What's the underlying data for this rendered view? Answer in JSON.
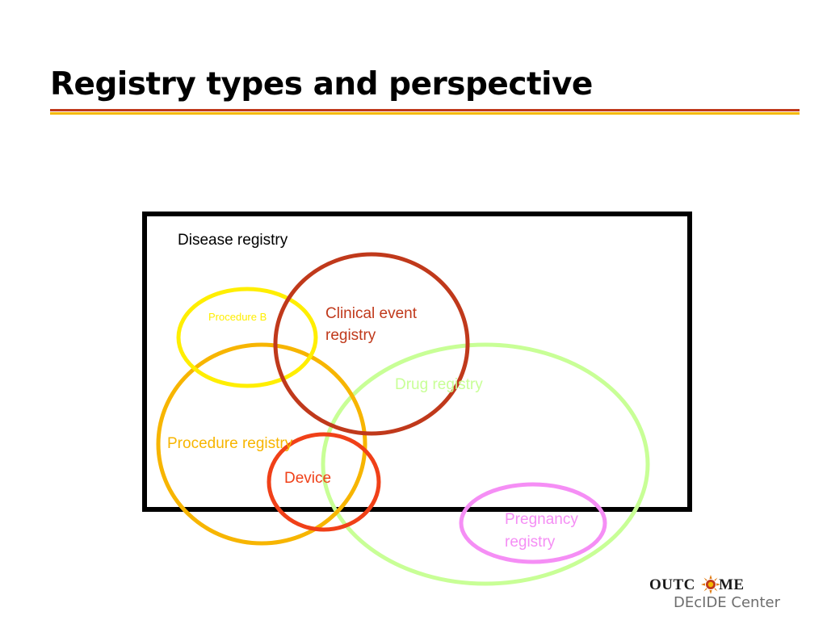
{
  "slide": {
    "title": "Registry types and perspective"
  },
  "colors": {
    "rule_top": "#c0391b",
    "rule_bottom": "#f5b800",
    "disease_box": "#000000",
    "clinical_event": "#c0391b",
    "procedure_b": "#ffee00",
    "procedure": "#f7b500",
    "drug": "#c8ff96",
    "device": "#f04018",
    "pregnancy": "#f58ef5",
    "logo_text": "#1a1a1a",
    "logo_sub": "#6e6e6e"
  },
  "diagram": {
    "disease_registry": "Disease registry",
    "clinical_event_line1": "Clinical event",
    "clinical_event_line2": "registry",
    "procedure_b": "Procedure B",
    "drug_registry": "Drug registry",
    "procedure_registry": "Procedure registry",
    "device": "Device",
    "pregnancy_line1": "Pregnancy",
    "pregnancy_line2": "registry"
  },
  "logo": {
    "word_left": "OUTC",
    "word_right": "ME",
    "subtitle": "DEcIDE Center",
    "sun_icon": "sun-icon"
  }
}
